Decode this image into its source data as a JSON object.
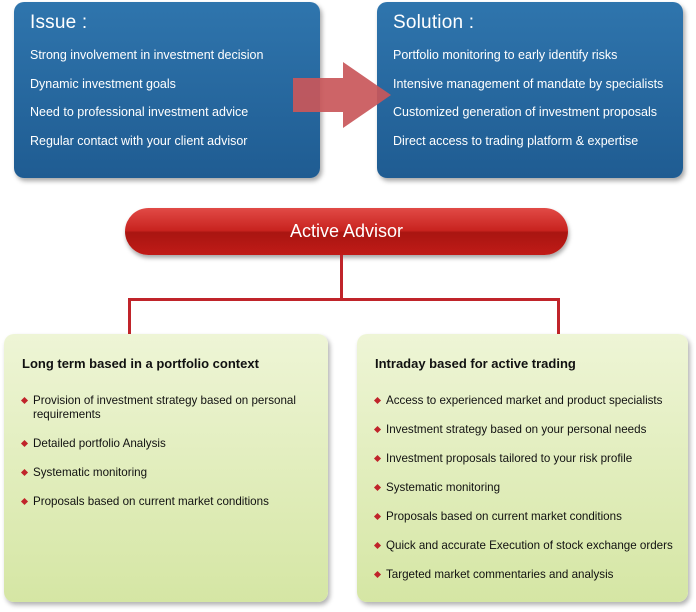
{
  "issue": {
    "title": "Issue :",
    "items": [
      "Strong involvement in investment decision",
      "Dynamic investment goals",
      "Need to professional investment advice",
      "Regular contact with your client advisor"
    ]
  },
  "solution": {
    "title": "Solution :",
    "items": [
      "Portfolio monitoring to early identify risks",
      "Intensive management of mandate by specialists",
      "Customized  generation of investment proposals",
      "Direct access to trading platform & expertise"
    ]
  },
  "advisor": {
    "label": "Active Advisor"
  },
  "long_term": {
    "title": "Long term based in a portfolio context",
    "items": [
      "Provision of investment strategy based on personal requirements",
      "Detailed portfolio Analysis",
      "Systematic monitoring",
      "Proposals based on current market conditions"
    ]
  },
  "intraday": {
    "title": "Intraday based for active trading",
    "items": [
      "Access to experienced market and product specialists",
      "Investment strategy based on your personal needs",
      "Investment proposals tailored to your risk profile",
      "Systematic monitoring",
      "Proposals based on current market conditions",
      "Quick and accurate Execution of stock exchange orders",
      "Targeted market commentaries and analysis"
    ]
  },
  "colors": {
    "box_blue": "#2469a3",
    "arrow_red": "#c9575a",
    "pill_red": "#c8231f",
    "connector_red": "#c0242a",
    "box_green": "#dfeab8"
  }
}
